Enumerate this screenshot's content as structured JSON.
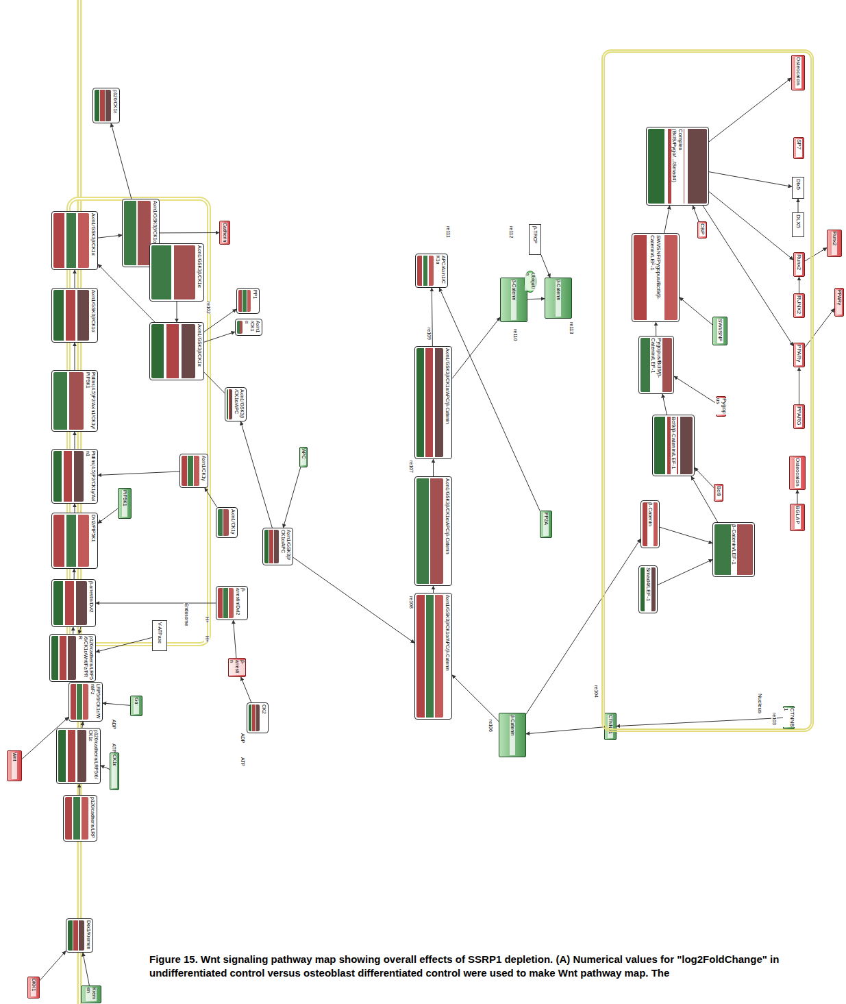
{
  "diagram": {
    "caption": "Figure 15. Wnt signaling pathway map showing overall effects of SSRP1 depletion. (A) Numerical values for \"log2FoldChange\" in undifferentiated control versus osteoblast differentiated control were used to make Wnt pathway map. The",
    "nodes": [
      {
        "text": [
          "Wnt"
        ]
      },
      {
        "text": [
          "DKK1"
        ]
      },
      {
        "text": [
          "Kremen"
        ]
      },
      {
        "text": [
          "Dkk1/Kremen"
        ]
      },
      {
        "text": [
          "p120/cadherin/LRP"
        ]
      },
      {
        "text": [
          "CK1ε"
        ]
      },
      {
        "text": [
          "p120/cadherin/LRP5/6/CK1ε"
        ]
      },
      {
        "text": [
          "LRP5/6/CK1ε/Wnt/Fz"
        ]
      },
      {
        "text": [
          "Gα"
        ]
      },
      {
        "text": [
          "p120/cadherin/LRP5/6/CK1ε/Wnt/Fz/PRR"
        ]
      },
      {
        "text": [
          "PRR"
        ]
      },
      {
        "text": [
          "V-ATPase"
        ]
      },
      {
        "text": [
          "β-arrestin/Dvl2"
        ]
      },
      {
        "text": [
          "Dvl2/PIP5K1"
        ]
      },
      {
        "text": [
          "PIP5K1"
        ]
      },
      {
        "text": [
          "PtdIns(4,5)P2/CK1γ/Axin1"
        ]
      },
      {
        "text": [
          "Axin1/CK1γ"
        ]
      },
      {
        "text": [
          "PtdIns(4,5)P2/Axin1/CK1γ/PIP5K1"
        ]
      },
      {
        "text": [
          "Axin1/GSK3β/CK1α"
        ]
      },
      {
        "text": [
          "Axin1/GSK3β/CK1α"
        ]
      },
      {
        "text": [
          "Axin1/GSK3β/CK1α"
        ]
      },
      {
        "text": [
          "p120/CK1ε"
        ]
      },
      {
        "text": [
          "Cadherin"
        ]
      },
      {
        "text": [
          "Axin1/GSK3β/CK1α"
        ]
      },
      {
        "text": [
          "Axin1/GSK3β/CK1α"
        ]
      },
      {
        "text": [
          "PP1"
        ]
      },
      {
        "text": [
          "Axin1/CK1α"
        ]
      },
      {
        "text": [
          "Axin1/GSK3β/CK1α/APC"
        ]
      },
      {
        "text": [
          "APC"
        ]
      },
      {
        "text": [
          "Axin1/CK1γ"
        ]
      },
      {
        "text": [
          "Axin1/GSK3β/CK1α/APC"
        ]
      },
      {
        "text": [
          "β-arrestin/Dvl2"
        ]
      },
      {
        "text": [
          "β-arrestin"
        ]
      },
      {
        "text": [
          "CK2"
        ]
      },
      {
        "text": [
          "Axin1/GSK3β/CK1α/APC/β-Catenin"
        ]
      },
      {
        "text": [
          "Axin1/GSK3β/CK1α/APC/β-Catenin"
        ]
      },
      {
        "text": [
          "Axin1/GSK3β/CK1α/APC/β-Catenin"
        ]
      },
      {
        "text": [
          "APC/Axin1/CK1α"
        ]
      },
      {
        "text": [
          "β-Catenin"
        ]
      },
      {
        "text": [
          "Ubiquitin"
        ]
      },
      {
        "text": [
          "β-Catenin"
        ]
      },
      {
        "text": [
          "β-TRCP"
        ]
      },
      {
        "text": [
          "PP2A"
        ]
      },
      {
        "text": [
          "β-Catenin"
        ]
      },
      {
        "text": [
          "CTNNB1"
        ]
      },
      {
        "text": [
          "Nucleus"
        ]
      },
      {
        "text": [
          "CTNNB1"
        ],
        "in": 45
      },
      {
        "text": [
          "β-Catenin/LEF-1"
        ],
        "in": 45
      },
      {
        "text": [
          "Smad4/LEF-1"
        ],
        "in": 45
      },
      {
        "text": [
          "β-Catenin"
        ],
        "in": 45
      },
      {
        "text": [
          "Bcl9"
        ],
        "in": 45
      },
      {
        "text": [
          "Bcl9/β-Catenin/LEF-1"
        ],
        "in": 45
      },
      {
        "text": [
          "Pygopus"
        ],
        "in": 45
      },
      {
        "text": [
          "Pygopus/Bcl9/β-Catenin/LEF-1"
        ],
        "in": 45
      },
      {
        "text": [
          "SWI/SNF"
        ],
        "in": 45
      },
      {
        "text": [
          "SWI/SNF/Pygopus/Bcl9/β-Catenin/LEF-1"
        ],
        "in": 45
      },
      {
        "text": [
          "CBP"
        ],
        "in": 45
      },
      {
        "text": [
          "Complex (Bcl9/Pygo/.../Smad4)"
        ],
        "in": 45
      },
      {
        "text": [
          "Osteocalcin"
        ],
        "in": 45
      },
      {
        "text": [
          "SP7"
        ],
        "in": 45
      },
      {
        "text": [
          "Dlx5"
        ],
        "in": 45
      },
      {
        "text": [
          "DLX5"
        ],
        "in": 45
      },
      {
        "text": [
          "Runx2"
        ],
        "in": 45
      },
      {
        "text": [
          "RUNX2"
        ],
        "in": 45
      },
      {
        "text": [
          "PPARγ"
        ],
        "in": 45
      },
      {
        "text": [
          "PPARG"
        ],
        "in": 45
      },
      {
        "text": [
          "Osteocalcin"
        ],
        "in": 45
      },
      {
        "text": [
          "BGLAP"
        ],
        "in": 45
      },
      {
        "text": [
          "Runx2"
        ]
      },
      {
        "text": [
          "PPARγ"
        ]
      }
    ],
    "edges": [
      {
        "from": 1,
        "to": 3,
        "arrow": "to"
      },
      {
        "from": 2,
        "to": 3,
        "arrow": "to"
      },
      {
        "from": 4,
        "to": 6,
        "arrow": "to"
      },
      {
        "from": 5,
        "to": 6,
        "arrow": "to"
      },
      {
        "from": 6,
        "to": 7,
        "arrow": "to"
      },
      {
        "from": 0,
        "to": 7,
        "arrow": "to"
      },
      {
        "from": 8,
        "to": 7,
        "arrow": "to"
      },
      {
        "from": 7,
        "to": 9,
        "arrow": "to"
      },
      {
        "from": 10,
        "to": 9,
        "arrow": "to"
      },
      {
        "from": 11,
        "to": 9,
        "arrow": "to"
      },
      {
        "from": 9,
        "to": 12,
        "arrow": "to"
      },
      {
        "from": 31,
        "to": 12,
        "arrow": "to"
      },
      {
        "from": 12,
        "to": 13,
        "arrow": "to"
      },
      {
        "from": 14,
        "to": 13,
        "arrow": "to"
      },
      {
        "from": 13,
        "to": 15,
        "arrow": "to"
      },
      {
        "from": 16,
        "to": 15,
        "arrow": "to"
      },
      {
        "from": 15,
        "to": 17,
        "arrow": "to"
      },
      {
        "from": 17,
        "to": 18,
        "arrow": "to"
      },
      {
        "from": 18,
        "to": 19,
        "arrow": "to"
      },
      {
        "from": 19,
        "to": 20,
        "arrow": "to"
      },
      {
        "from": 20,
        "to": 21,
        "arrow": "to"
      },
      {
        "from": 20,
        "to": 22,
        "arrow": "to"
      },
      {
        "from": 20,
        "to": 23,
        "arrow": "to"
      },
      {
        "from": 23,
        "to": 24,
        "arrow": "to"
      },
      {
        "from": 24,
        "to": 25,
        "arrow": "to"
      },
      {
        "from": 24,
        "to": 26,
        "arrow": "to"
      },
      {
        "from": 27,
        "to": 19,
        "arrow": "to"
      },
      {
        "from": 28,
        "to": 30,
        "arrow": "to"
      },
      {
        "from": 30,
        "to": 27,
        "arrow": "to"
      },
      {
        "from": 29,
        "to": 16,
        "arrow": "to"
      },
      {
        "from": 32,
        "to": 31,
        "arrow": "to"
      },
      {
        "from": 33,
        "to": 32,
        "arrow": "to"
      },
      {
        "from": 30,
        "to": 34,
        "arrow": "to"
      },
      {
        "from": 43,
        "to": 34,
        "arrow": "to"
      },
      {
        "from": 34,
        "to": 35,
        "arrow": "to"
      },
      {
        "from": 35,
        "to": 36,
        "arrow": "to"
      },
      {
        "from": 36,
        "to": 37,
        "arrow": "to"
      },
      {
        "from": 36,
        "to": 38,
        "arrow": "to"
      },
      {
        "from": 38,
        "to": 40,
        "arrow": "to"
      },
      {
        "from": 41,
        "to": 40,
        "arrow": "to"
      },
      {
        "from": 42,
        "to": 37,
        "arrow": "to"
      },
      {
        "from": 44,
        "to": 43,
        "arrow": "to"
      },
      {
        "from": 46,
        "to": 44,
        "arrow": "to"
      },
      {
        "from": 43,
        "to": 49,
        "arrow": "to"
      },
      {
        "from": 49,
        "to": 47,
        "arrow": "to"
      },
      {
        "from": 48,
        "to": 47,
        "arrow": "to"
      },
      {
        "from": 47,
        "to": 51,
        "arrow": "to"
      },
      {
        "from": 50,
        "to": 51,
        "arrow": "to"
      },
      {
        "from": 51,
        "to": 53,
        "arrow": "to"
      },
      {
        "from": 52,
        "to": 53,
        "arrow": "to"
      },
      {
        "from": 53,
        "to": 55,
        "arrow": "to"
      },
      {
        "from": 54,
        "to": 55,
        "arrow": "to"
      },
      {
        "from": 55,
        "to": 57,
        "arrow": "to"
      },
      {
        "from": 56,
        "to": 57,
        "arrow": "to"
      },
      {
        "from": 57,
        "to": 58,
        "arrow": "to"
      },
      {
        "from": 57,
        "to": 60,
        "arrow": "to"
      },
      {
        "from": 57,
        "to": 62,
        "arrow": "to"
      },
      {
        "from": 57,
        "to": 64,
        "arrow": "to"
      },
      {
        "from": 61,
        "to": 60,
        "arrow": "to"
      },
      {
        "from": 63,
        "to": 62,
        "arrow": "to"
      },
      {
        "from": 65,
        "to": 64,
        "arrow": "to"
      },
      {
        "from": 67,
        "to": 66,
        "arrow": "to"
      },
      {
        "from": 62,
        "to": 68,
        "arrow": "to"
      },
      {
        "from": 64,
        "to": 69,
        "arrow": "to"
      }
    ],
    "labels": [
      "Endosome",
      "ATP",
      "ADP",
      "ATP",
      "ADP",
      "H+",
      "H+",
      "re102",
      "re103",
      "re104",
      "re106",
      "re107",
      "re108",
      "re109",
      "re110",
      "re111",
      "re112",
      "re113"
    ]
  }
}
